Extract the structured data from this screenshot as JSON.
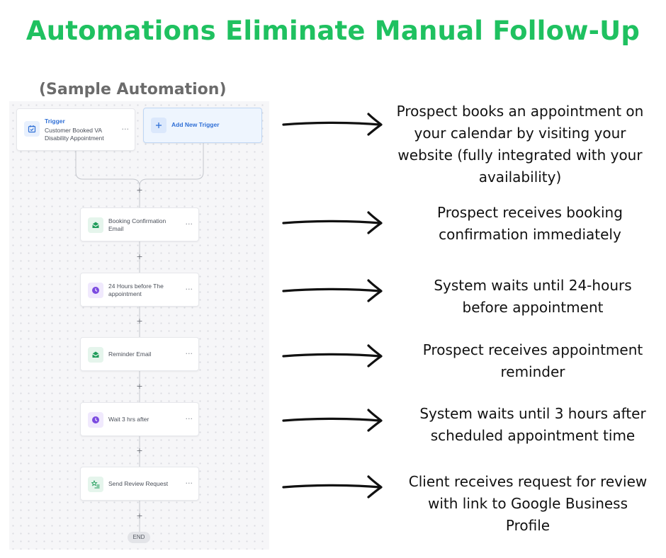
{
  "title": "Automations Eliminate Manual Follow-Up",
  "subtitle": "(Sample Automation)",
  "workflow": {
    "trigger": {
      "kind": "Trigger",
      "label_lines": [
        "Customer Booked VA",
        "Disability Appointment"
      ],
      "icon": "calendar-check-icon"
    },
    "add_trigger": {
      "label": "Add New Trigger",
      "icon": "plus-icon"
    },
    "add_step_symbol": "+",
    "more_symbol": "···",
    "steps": [
      {
        "label_lines": [
          "Booking Confirmation",
          "Email"
        ],
        "icon": "email-icon",
        "icon_color": "#1e9c5a"
      },
      {
        "label_lines": [
          "24 Hours before The",
          "appointment"
        ],
        "icon": "clock-icon",
        "icon_color": "#7b4ae0"
      },
      {
        "label_lines": [
          "Reminder Email"
        ],
        "icon": "email-icon",
        "icon_color": "#1e9c5a"
      },
      {
        "label_lines": [
          "Wait 3 hrs after"
        ],
        "icon": "clock-icon",
        "icon_color": "#7b4ae0"
      },
      {
        "label_lines": [
          "Send Review Request"
        ],
        "icon": "star-list-icon",
        "icon_color": "#1e9c5a"
      }
    ],
    "end_label": "END"
  },
  "descriptions": [
    [
      "Prospect books an appointment on",
      "your calendar by visiting your",
      "website (fully integrated with your",
      "availability)"
    ],
    [
      "Prospect receives booking",
      "confirmation immediately"
    ],
    [
      "System waits until 24-hours",
      "before appointment"
    ],
    [
      "Prospect receives appointment",
      "reminder"
    ],
    [
      "System waits until 3 hours after",
      "scheduled appointment time"
    ],
    [
      "Client receives request for review",
      "with link to Google Business",
      "Profile"
    ]
  ],
  "colors": {
    "title": "#1fc160",
    "subtitle": "#6b6b6b",
    "trigger_accent": "#2f6fd6",
    "email_icon": "#1e9c5a",
    "wait_icon": "#7b4ae0"
  }
}
